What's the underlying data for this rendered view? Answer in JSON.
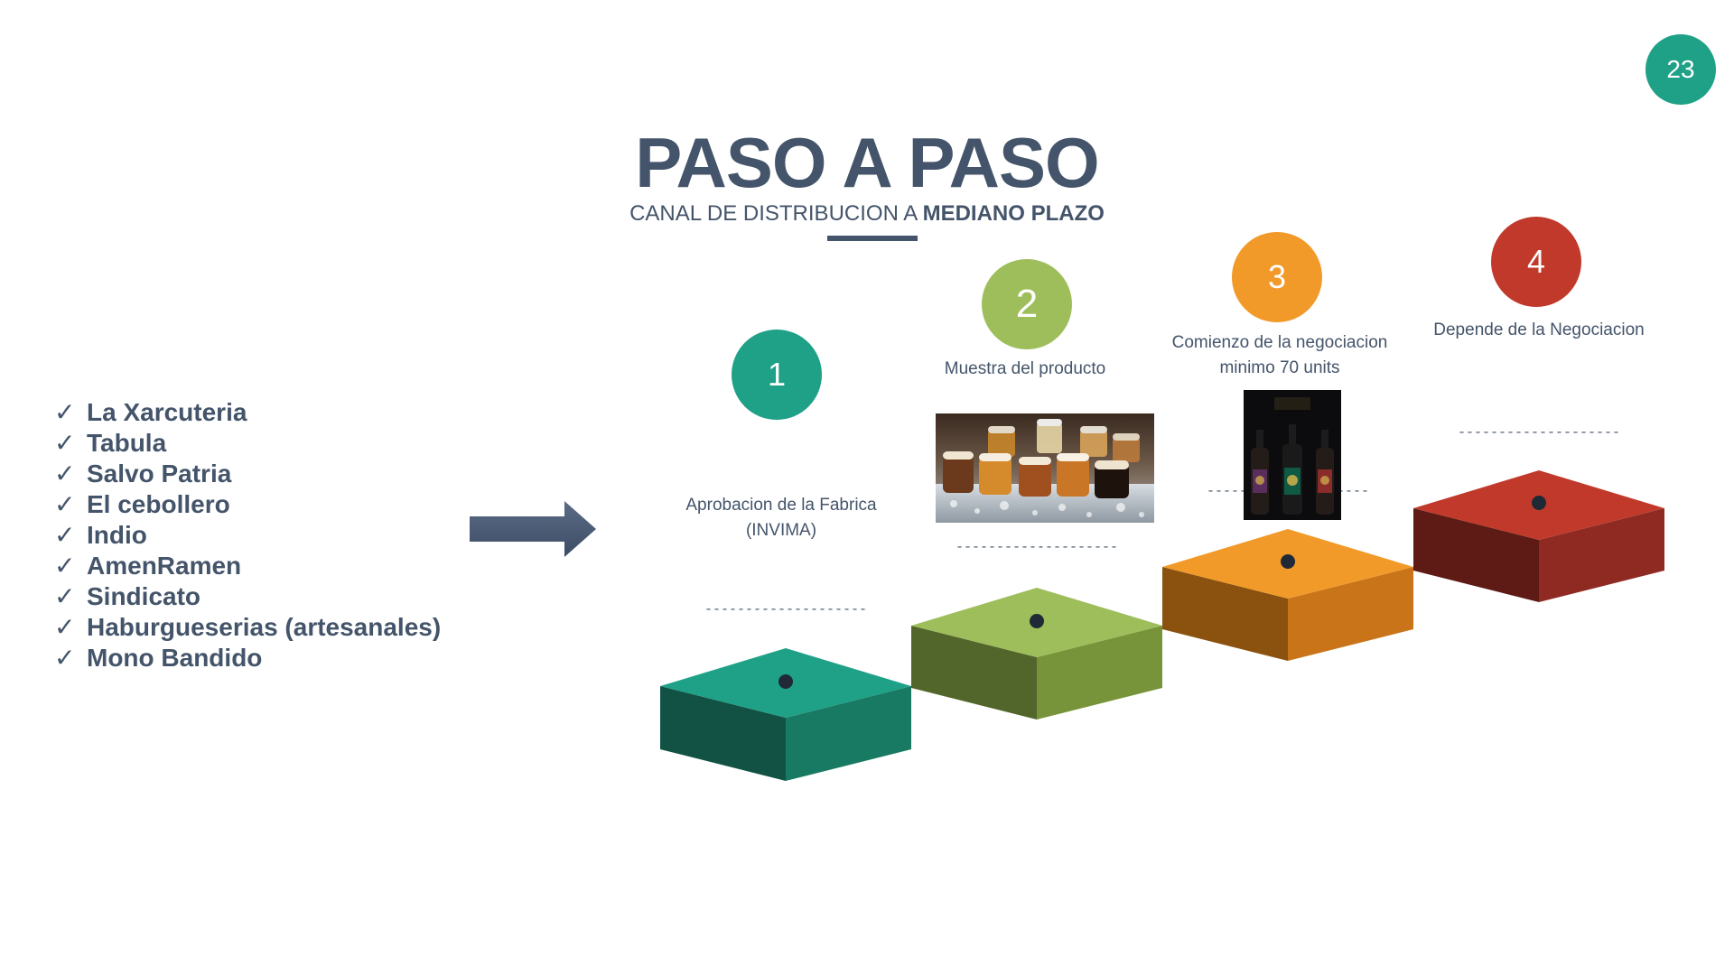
{
  "page_number": "23",
  "title": "PASO A PASO",
  "subtitle": {
    "part1": "CANAL DE DISTRIBUCION A ",
    "part2": "MEDIANO PLAZO"
  },
  "list_items": [
    "La Xarcuteria",
    "Tabula",
    "Salvo Patria",
    "El cebollero",
    "Indio",
    "AmenRamen",
    "Sindicato",
    "Haburgueserias (artesanales)",
    "Mono Bandido"
  ],
  "check_glyph": "✓",
  "steps": [
    {
      "number": "1",
      "label_line1": "Aprobacion de la Fabrica",
      "label_line2": "(INVIMA)",
      "dashes": "--------------------",
      "color": "#1fa187"
    },
    {
      "number": "2",
      "label_line1": "Muestra del producto",
      "label_line2": "",
      "dashes": "--------------------",
      "color": "#8ebb52"
    },
    {
      "number": "3",
      "label_line1": "Comienzo de la negociacion",
      "label_line2": "minimo 70 units",
      "dashes": "--------------------",
      "color": "#f0962a"
    },
    {
      "number": "4",
      "label_line1": "Depende de la Negociacion",
      "label_line2": "",
      "dashes": "--------------------",
      "color": "#c0392b"
    }
  ],
  "colors": {
    "text": "#44546a",
    "accent": "#1fa187",
    "arrow": "#44546a"
  },
  "icons": {
    "arrow": "right-arrow-icon"
  }
}
